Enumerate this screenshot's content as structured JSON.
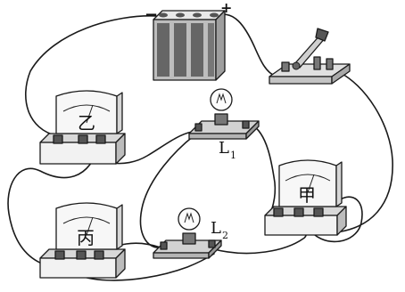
{
  "battery": {
    "negative_label": "−",
    "positive_label": "+"
  },
  "meters": {
    "yi": {
      "label": "乙"
    },
    "bing": {
      "label": "丙"
    },
    "jia": {
      "label": "甲"
    }
  },
  "lamps": {
    "l1": {
      "label_main": "L",
      "label_sub": "1"
    },
    "l2": {
      "label_main": "L",
      "label_sub": "2"
    }
  }
}
